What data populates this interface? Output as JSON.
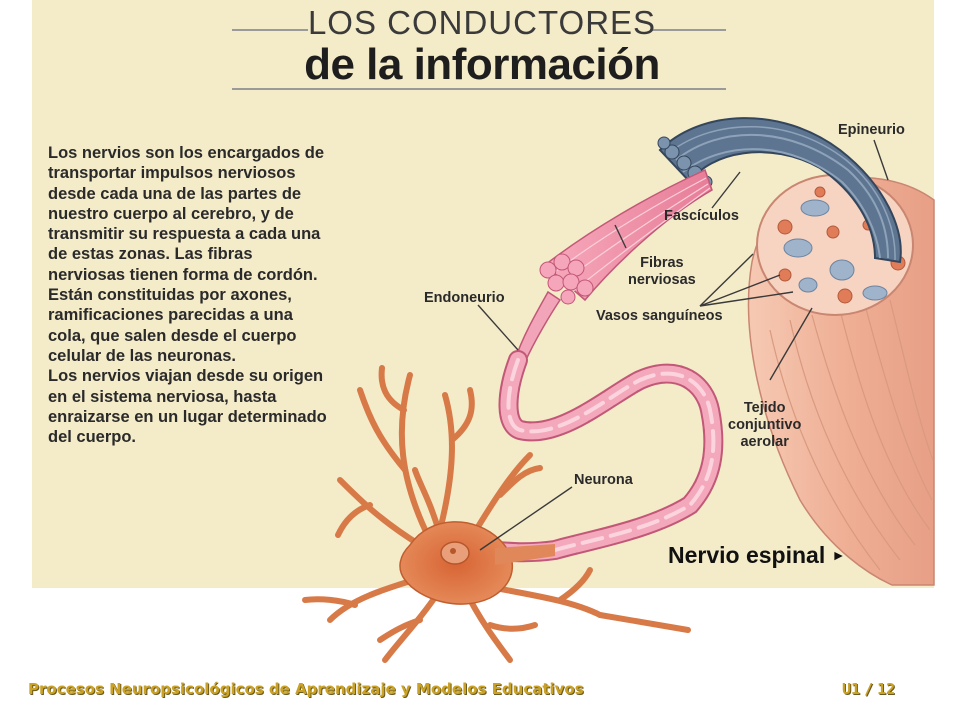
{
  "title": {
    "line1": "LOS CONDUCTORES",
    "line2": "de la información"
  },
  "description": [
    "Los nervios son los encargados de transportar impulsos nerviosos desde cada una de las partes de nuestro cuerpo al cerebro, y de transmitir su respuesta a cada una de estas zonas. Las fibras nerviosas tienen forma de cordón. Están constituidas por axones, ramificaciones parecidas a una cola, que salen desde el cuerpo celular de las neuronas.",
    "Los nervios viajan desde su origen en el sistema nerviosa, hasta enraizarse en un lugar determinado del cuerpo."
  ],
  "labels": {
    "epineurio": "Epineurio",
    "fasciculos": "Fascículos",
    "fibras_line1": "Fibras",
    "fibras_line2": "nerviosas",
    "endoneurio": "Endoneurio",
    "vasos": "Vasos sanguíneos",
    "tejido_line1": "Tejido",
    "tejido_line2": "conjuntivo",
    "tejido_line3": "aerolar",
    "neurona": "Neurona",
    "nervio_espinal": "Nervio espinal",
    "arrow_glyph": "►"
  },
  "colors": {
    "panel_bg": "#f4ebc9",
    "nerve_flesh": "#f2b9a2",
    "fascicle_blue": "#5d7590",
    "axon_pink": "#ee9ab0",
    "neuron_orange": "#e08a5a",
    "footer_gold": "#c9a227"
  },
  "footer": {
    "course": "Procesos Neuropsicológicos de Aprendizaje y Modelos Educativos",
    "unit": "U1",
    "slash": "/",
    "page": "12"
  }
}
